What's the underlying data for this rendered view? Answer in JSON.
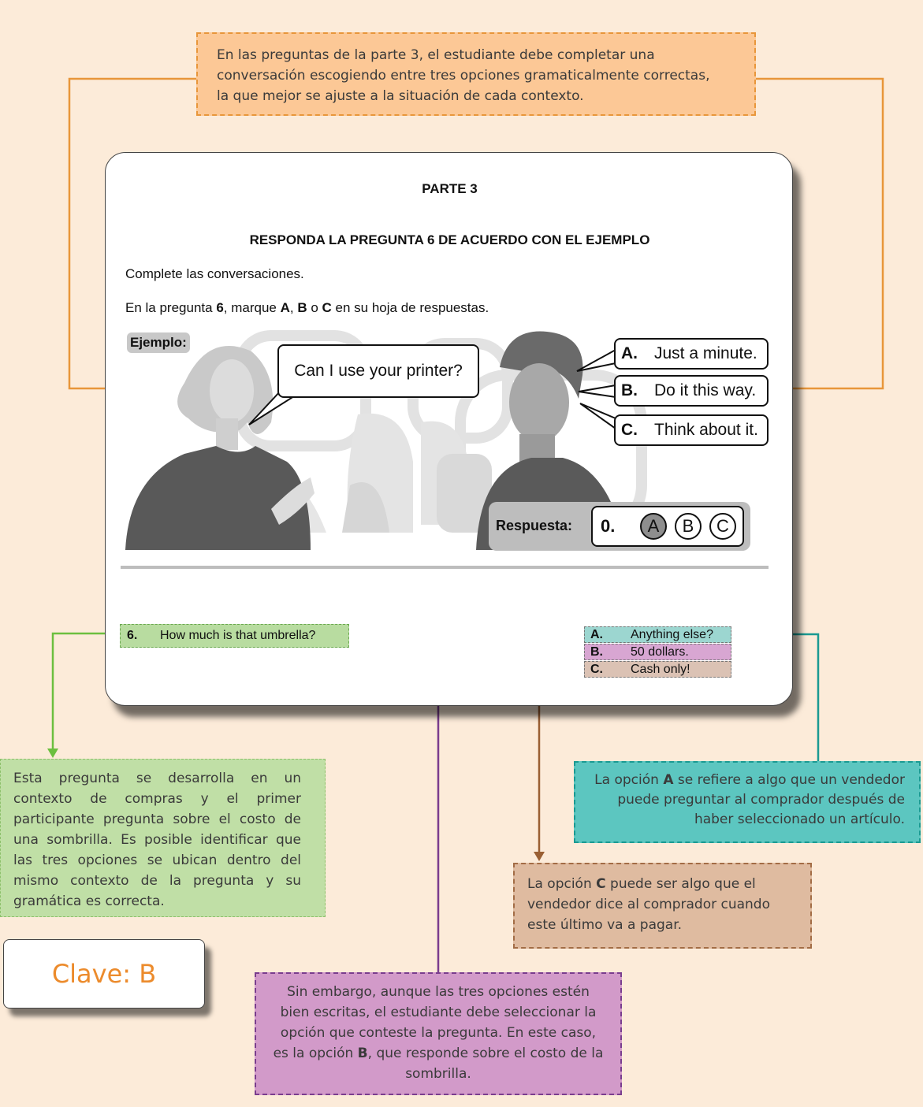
{
  "top_note": {
    "line1": "En las preguntas de la parte 3, el estudiante debe completar una",
    "line2": "conversación escogiendo entre tres opciones gramaticalmente correctas,",
    "line3": "la que mejor se ajuste a la situación de cada contexto."
  },
  "exam": {
    "part_title": "PARTE 3",
    "heading": "RESPONDA LA PREGUNTA 6 DE ACUERDO CON EL EJEMPLO",
    "instruction1": "Complete las conversaciones.",
    "instruction2": {
      "a": "En la pregunta ",
      "b": "6",
      "c": ", marque ",
      "d": "A",
      "e": ", ",
      "f": "B",
      "g": " o ",
      "h": "C",
      "i": " en su hoja de respuestas."
    },
    "example_label": "Ejemplo:",
    "speech_question": "Can I use your printer?",
    "example_options": [
      {
        "letter": "A.",
        "text": "Just a minute."
      },
      {
        "letter": "B.",
        "text": "Do it this way."
      },
      {
        "letter": "C.",
        "text": "Think about it."
      }
    ],
    "answer_label": "Respuesta:",
    "answer_number": "0.",
    "answer_circles": [
      "A",
      "B",
      "C"
    ],
    "selected_answer": "A",
    "question": {
      "number": "6.",
      "text": "How much is that umbrella?"
    },
    "question_options": [
      {
        "letter": "A.",
        "text": "Anything else?",
        "color": "#9cd6d0"
      },
      {
        "letter": "B.",
        "text": "50 dollars.",
        "color": "#d8a6d2"
      },
      {
        "letter": "C.",
        "text": "Cash only!",
        "color": "#dbc2b4"
      }
    ]
  },
  "green_note": "Esta pregunta se desarrolla en un contexto de compras y el primer participante pregunta sobre el costo de una sombrilla. Es posible identificar que las tres opciones se ubican dentro del mismo contexto de la pregunta y su gramática es correcta.",
  "clave": "Clave: B",
  "teal_note": {
    "a": "La opción ",
    "b": "A",
    "c": " se refiere a algo que un vendedor puede preguntar al comprador después de haber seleccionado un artículo."
  },
  "brown_note": {
    "a": "La opción ",
    "b": "C",
    "c": " puede ser algo que el vendedor dice al comprador cuando este último va a pagar."
  },
  "purple_note": {
    "a": "Sin embargo, aunque las tres opciones estén bien escritas, el estudiante debe seleccionar la opción que conteste la pregunta. En este caso, es la opción ",
    "b": "B",
    "c": ", que responde sobre el costo de la sombrilla."
  },
  "colors": {
    "orange": "#e8963a",
    "green": "#6cbf3f",
    "teal": "#1a9a92",
    "brown": "#9a5f33",
    "purple": "#7a3d8e"
  }
}
